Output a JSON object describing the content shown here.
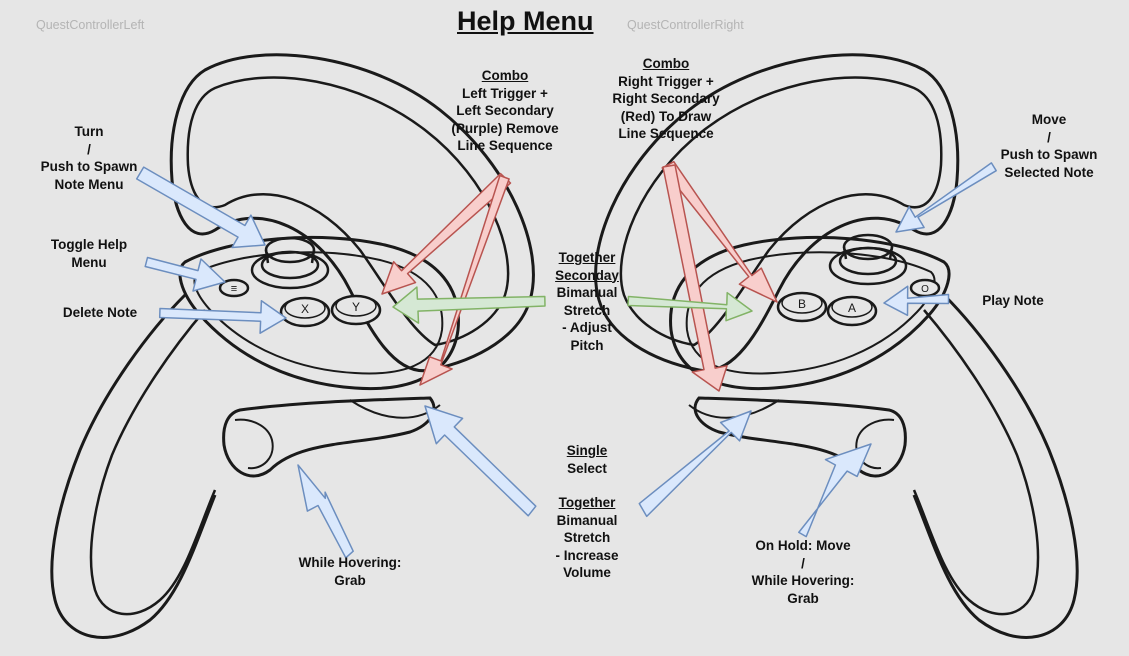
{
  "header": {
    "title": "Help Menu",
    "left_controller_name": "QuestControllerLeft",
    "right_controller_name": "QuestControllerRight"
  },
  "button_letters": {
    "x": "X",
    "y": "Y",
    "menu": "≡",
    "b": "B",
    "a": "A",
    "oculus": "O"
  },
  "labels": {
    "turn": [
      "Turn",
      "/",
      "Push to Spawn",
      "Note Menu"
    ],
    "toggle_help": [
      "Toggle Help",
      "Menu"
    ],
    "delete_note": [
      "Delete Note"
    ],
    "left_combo": {
      "heading": "Combo",
      "lines": [
        "Left Trigger +",
        "Left Secondary",
        "(Purple) Remove",
        "Line Sequence"
      ]
    },
    "right_combo": {
      "heading": "Combo",
      "lines": [
        "Right Trigger +",
        "Right Secondary",
        "(Red) To Draw",
        "Line Sequence"
      ]
    },
    "move": [
      "Move",
      "/",
      "Push to Spawn",
      "Selected Note"
    ],
    "play_note": [
      "Play Note"
    ],
    "together_secondary": {
      "heading": [
        "Together",
        "Seconday"
      ],
      "lines": [
        "Bimanual",
        "Stretch",
        "- Adjust",
        "Pitch"
      ]
    },
    "single": {
      "heading": "Single",
      "lines": [
        "Select"
      ]
    },
    "together_trigger": {
      "heading": "Together",
      "lines": [
        "Bimanual",
        "Stretch",
        "- Increase",
        "Volume"
      ]
    },
    "left_grab": [
      "While Hovering:",
      "Grab"
    ],
    "right_grab": [
      "On Hold: Move",
      "/",
      "While Hovering:",
      "Grab"
    ]
  },
  "colors": {
    "background": "#e6e6e6",
    "controller_outline": "#1a1a1a",
    "arrow_blue_fill": "#dae8fc",
    "arrow_blue_stroke": "#6c8ebf",
    "arrow_red_fill": "#f8cecc",
    "arrow_red_stroke": "#b85450",
    "arrow_green_fill": "#d5e8d4",
    "arrow_green_stroke": "#82b366"
  }
}
